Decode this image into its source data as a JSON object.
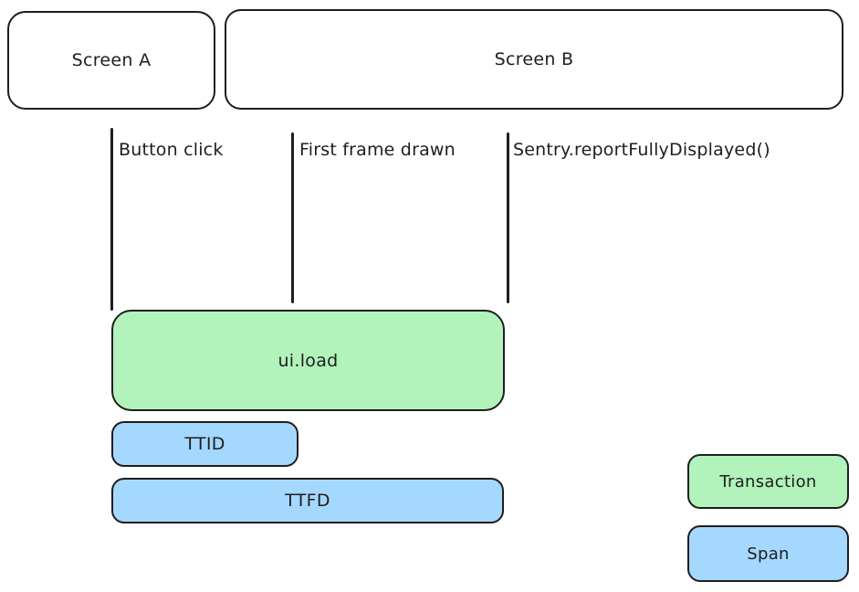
{
  "diagram": {
    "screens": [
      {
        "label": "Screen A"
      },
      {
        "label": "Screen B"
      }
    ],
    "events": [
      {
        "label": "Button click"
      },
      {
        "label": "First frame drawn"
      },
      {
        "label": "Sentry.reportFullyDisplayed()"
      }
    ],
    "bars": [
      {
        "label": "ui.load",
        "type": "transaction"
      },
      {
        "label": "TTID",
        "type": "span"
      },
      {
        "label": "TTFD",
        "type": "span"
      }
    ],
    "legend": [
      {
        "label": "Transaction",
        "type": "transaction"
      },
      {
        "label": "Span",
        "type": "span"
      }
    ],
    "colors": {
      "transaction_fill": "#b2f2bb",
      "span_fill": "#a5d8ff",
      "stroke": "#1e1e1e"
    }
  }
}
